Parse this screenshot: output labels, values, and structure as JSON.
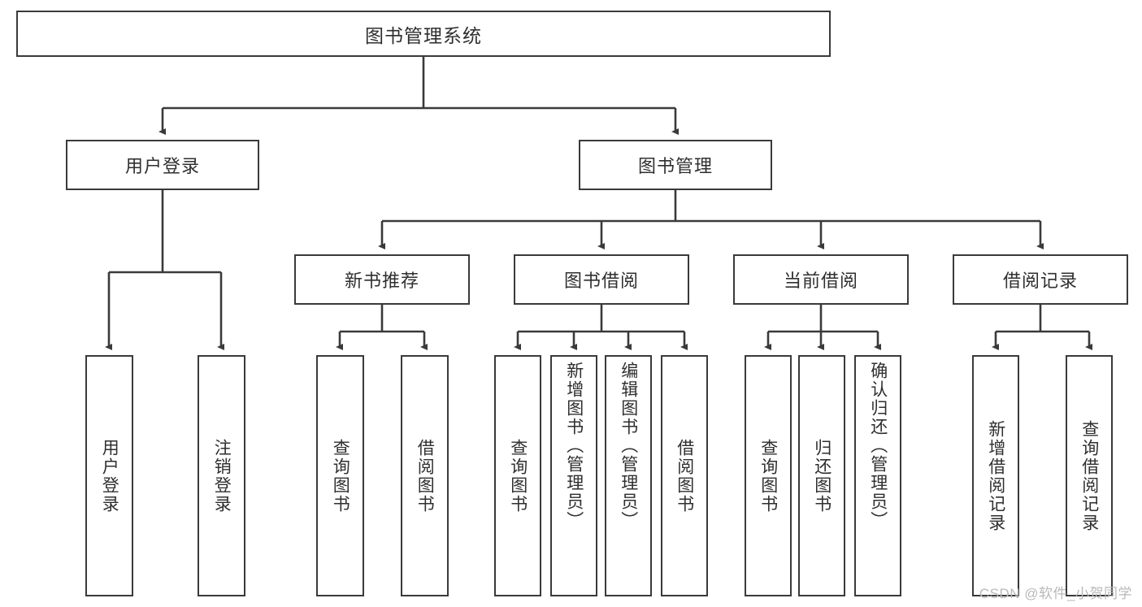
{
  "diagram": {
    "type": "tree",
    "title": "图书管理系统",
    "root": {
      "label": "图书管理系统"
    },
    "level1": [
      {
        "label": "用户登录"
      },
      {
        "label": "图书管理"
      }
    ],
    "level2": [
      {
        "label": "新书推荐"
      },
      {
        "label": "图书借阅"
      },
      {
        "label": "当前借阅"
      },
      {
        "label": "借阅记录"
      }
    ],
    "leaves": {
      "user_login": [
        {
          "label": "用户登录"
        },
        {
          "label": "注销登录"
        }
      ],
      "new_book_recommend": [
        {
          "label": "查询图书"
        },
        {
          "label": "借阅图书"
        }
      ],
      "book_borrow": [
        {
          "label": "查询图书"
        },
        {
          "label": "新增图书（管理员）"
        },
        {
          "label": "编辑图书（管理员）"
        },
        {
          "label": "借阅图书"
        }
      ],
      "current_borrow": [
        {
          "label": "查询图书"
        },
        {
          "label": "归还图书"
        },
        {
          "label": "确认归还（管理员）"
        }
      ],
      "borrow_record": [
        {
          "label": "新增借阅记录"
        },
        {
          "label": "查询借阅记录"
        }
      ]
    }
  },
  "watermark": {
    "text": "CSDN @软件_小贺同学"
  },
  "colors": {
    "border": "#3a3a3a",
    "text": "#2f2f2f",
    "background": "#ffffff",
    "watermark": "#b9b9b9"
  }
}
